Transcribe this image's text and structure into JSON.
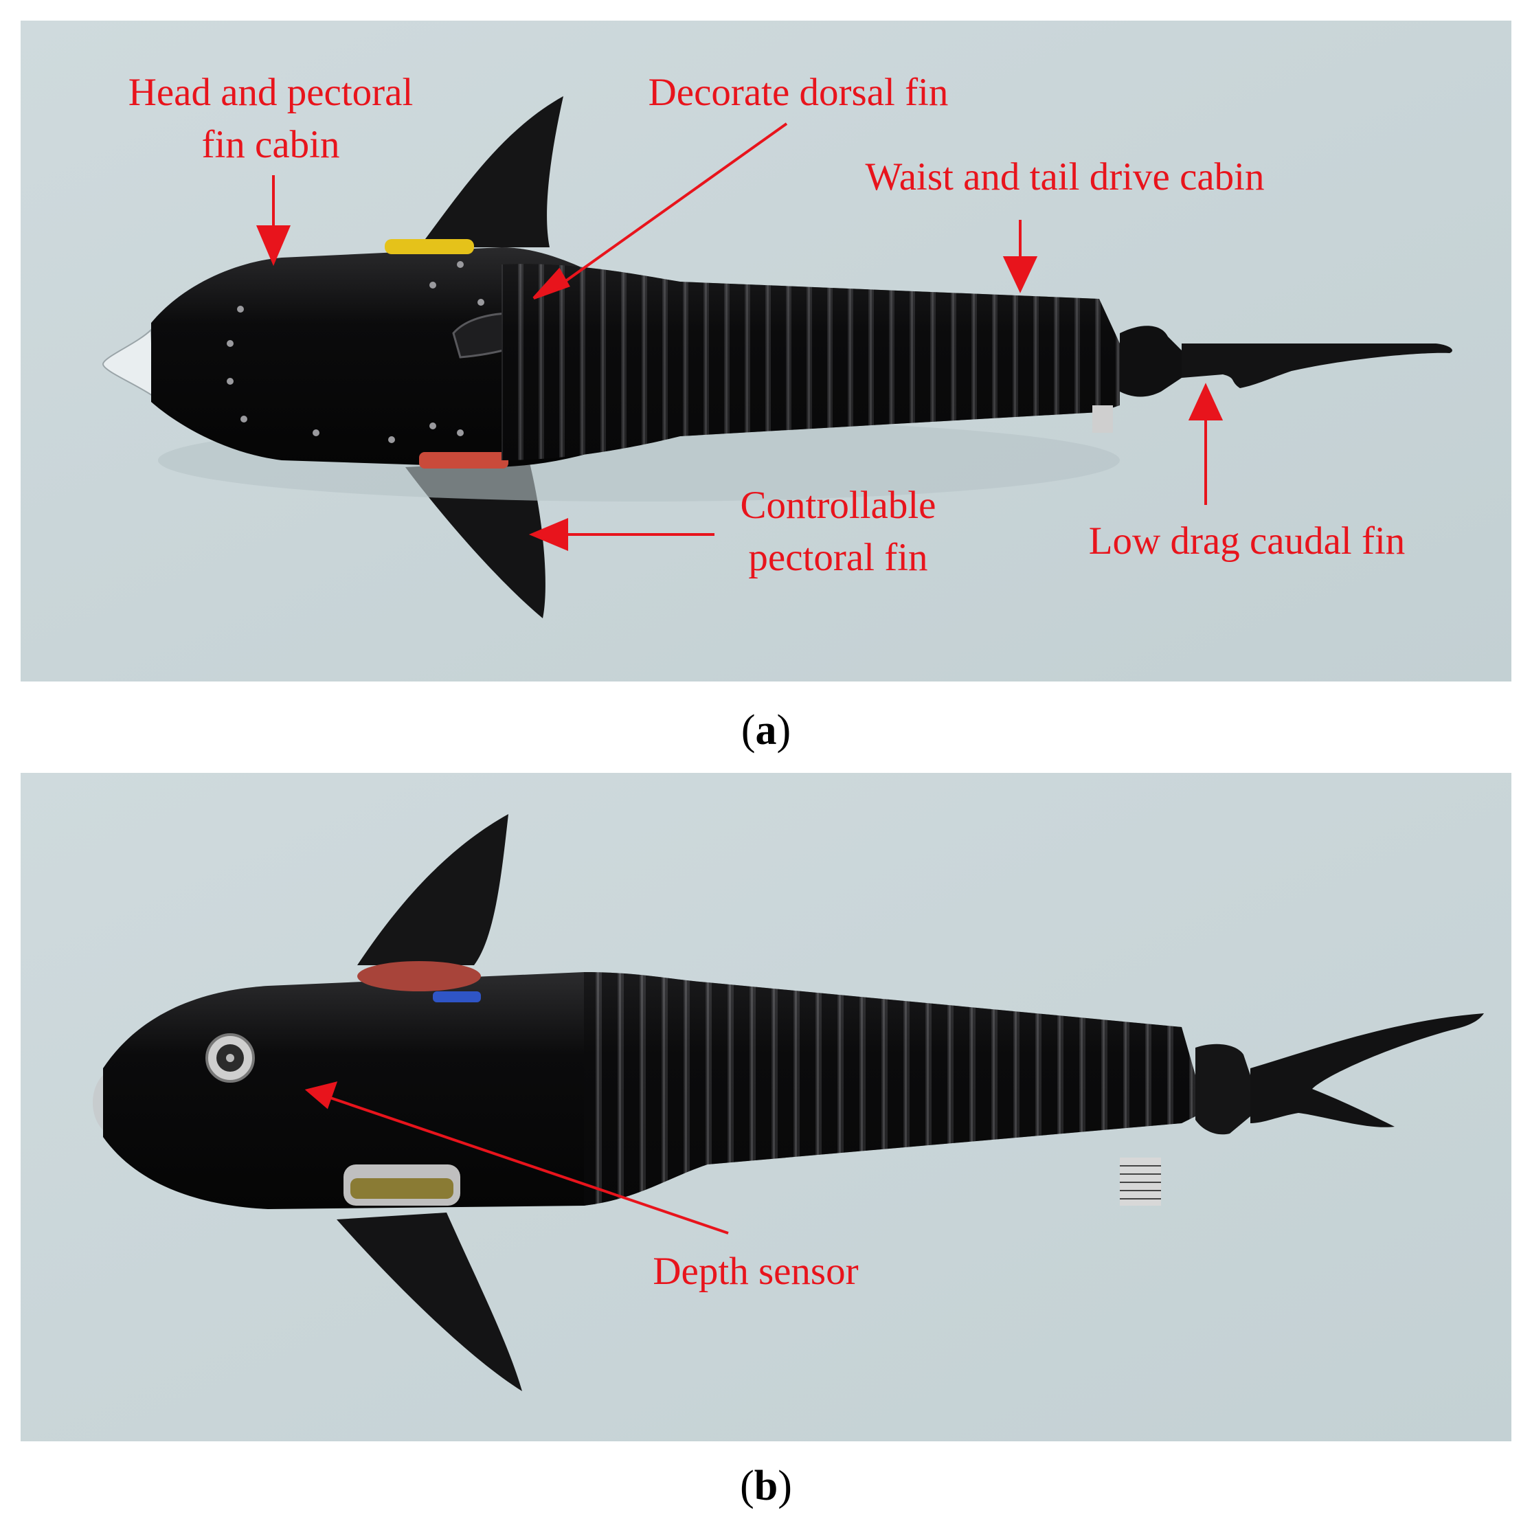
{
  "colors": {
    "background": "#c9d6d9",
    "body": "#0c0c0d",
    "annotation": "#e8141c"
  },
  "panel_a": {
    "caption": {
      "open": "(",
      "letter": "a",
      "close": ")"
    },
    "labels": {
      "head_line1": "Head and pectoral",
      "head_line2": "fin cabin",
      "dorsal": "Decorate dorsal fin",
      "waist": "Waist and tail drive cabin",
      "pectoral_line1": "Controllable",
      "pectoral_line2": "pectoral fin",
      "caudal": "Low drag caudal fin"
    }
  },
  "panel_b": {
    "caption": {
      "open": "(",
      "letter": "b",
      "close": ")"
    },
    "labels": {
      "depth": "Depth sensor"
    }
  }
}
